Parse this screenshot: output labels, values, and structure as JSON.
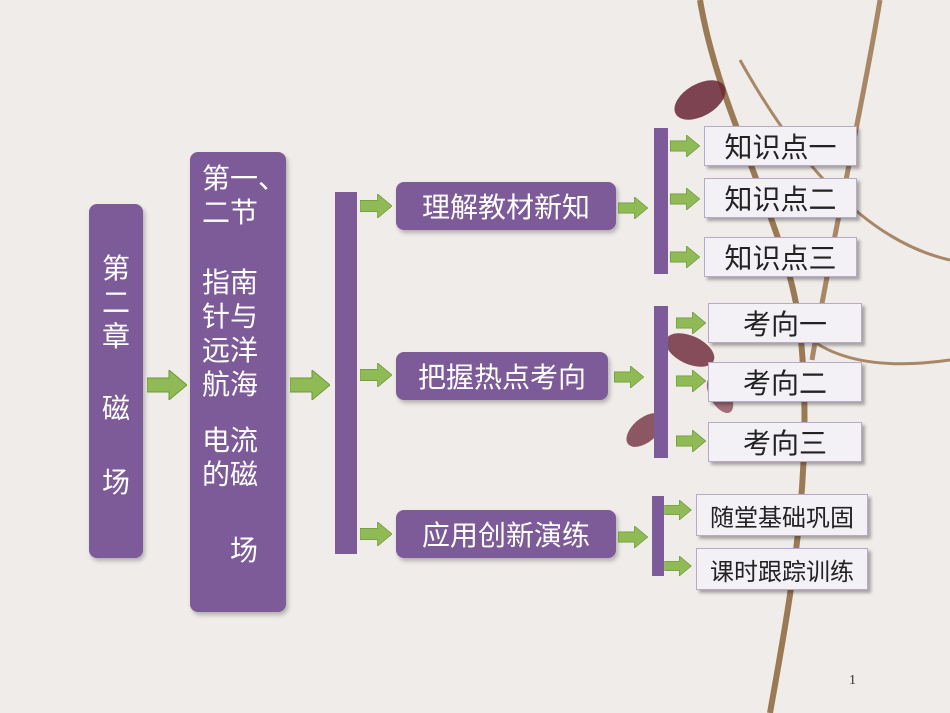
{
  "chapter": {
    "col1": [
      "第",
      "二",
      "章"
    ],
    "col2": [
      "磁",
      "场"
    ]
  },
  "section": {
    "title_line1": "第一、",
    "title_line2": "二节",
    "lines": [
      "指南",
      "针与",
      "远洋",
      "航海",
      "电流",
      "的磁",
      "场"
    ]
  },
  "main_items": [
    "理解教材新知",
    "把握热点考向",
    "应用创新演练"
  ],
  "knowledge_points": [
    "知识点一",
    "知识点二",
    "知识点三"
  ],
  "directions": [
    "考向一",
    "考向二",
    "考向三"
  ],
  "practice": [
    "随堂基础巩固",
    "课时跟踪训练"
  ],
  "page_number": "1",
  "colors": {
    "purple": "#7d5a98",
    "arrow_green": "#8fba55",
    "light_box": "#f3f0f6"
  }
}
